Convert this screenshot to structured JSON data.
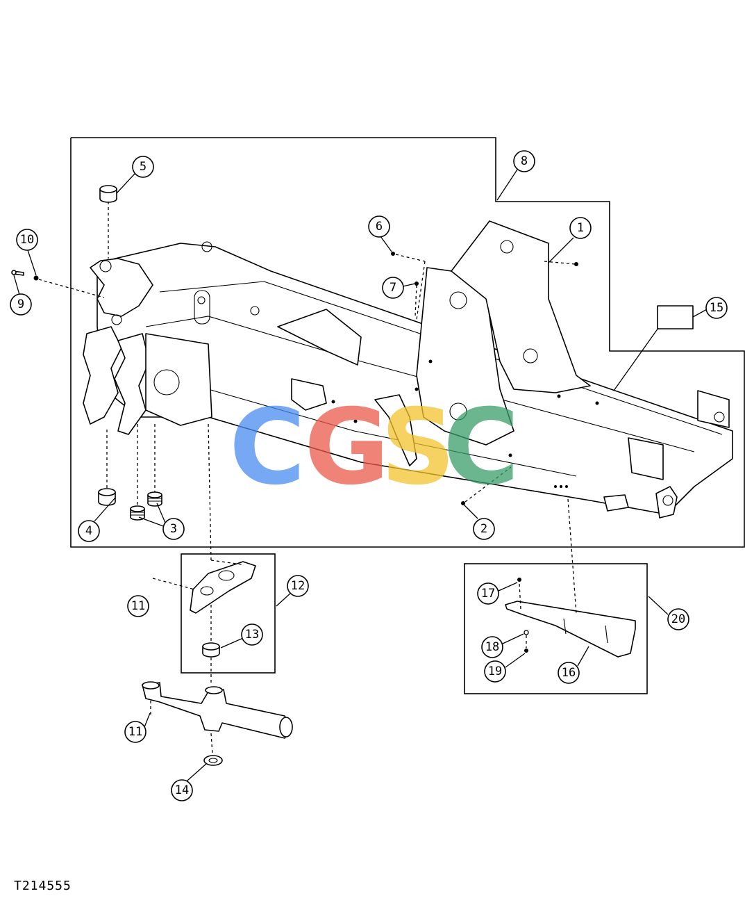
{
  "figure_id": "T214555",
  "watermark": {
    "letters": [
      "C",
      "G",
      "S",
      "C"
    ],
    "colors": [
      "#4a8cf0",
      "#ec5a4c",
      "#f4c430",
      "#3a9d6a"
    ]
  },
  "callouts": [
    "1",
    "2",
    "3",
    "4",
    "5",
    "6",
    "7",
    "8",
    "9",
    "10",
    "11",
    "12",
    "13",
    "14",
    "15",
    "16",
    "17",
    "18",
    "19",
    "20",
    "11"
  ]
}
